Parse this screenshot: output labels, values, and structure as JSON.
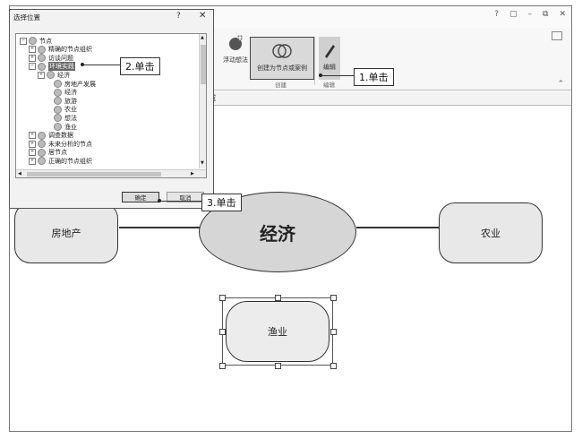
{
  "app": {
    "window_controls": [
      "?",
      "▢",
      "–",
      "⧉",
      "✕"
    ],
    "ribbon": {
      "float_label": "浮动想法",
      "create_label": "创建为节点或案例",
      "edit_label": "编辑",
      "group_create": "创建",
      "group_edit": "编辑"
    },
    "tab_label": "域"
  },
  "dialog": {
    "title": "选择位置",
    "help": "?",
    "close": "✕",
    "ok_label": "确定",
    "cancel_label": "取消",
    "tree": [
      {
        "label": "节点",
        "depth": 0
      },
      {
        "label": "精确的节点组织",
        "depth": 1
      },
      {
        "label": "访谈问题",
        "depth": 1
      },
      {
        "label": "环境实践",
        "depth": 1,
        "selected": true
      },
      {
        "label": "经济",
        "depth": 2
      },
      {
        "label": "房地产发展",
        "depth": 3
      },
      {
        "label": "经济",
        "depth": 3
      },
      {
        "label": "旅游",
        "depth": 3
      },
      {
        "label": "农业",
        "depth": 3
      },
      {
        "label": "想法",
        "depth": 3
      },
      {
        "label": "渔业",
        "depth": 3
      },
      {
        "label": "调查数据",
        "depth": 1
      },
      {
        "label": "未来分析的节点",
        "depth": 1
      },
      {
        "label": "居节点",
        "depth": 1
      },
      {
        "label": "正确的节点组织",
        "depth": 1
      }
    ]
  },
  "callouts": {
    "step1": "1.单击",
    "step2": "2.单击",
    "step3": "3.单击"
  },
  "mindmap": {
    "center": "经济",
    "left": "房地产",
    "right": "农业",
    "bottom": "渔业"
  }
}
